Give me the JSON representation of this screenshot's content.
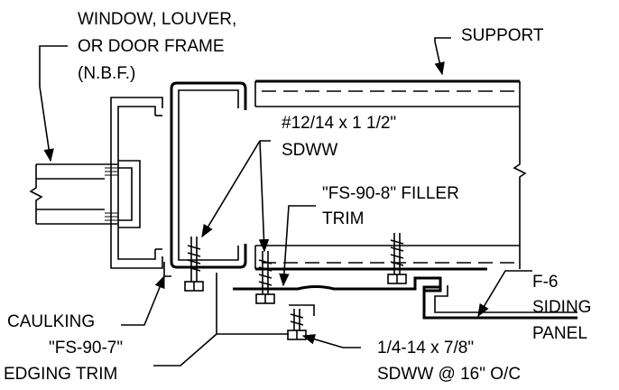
{
  "labels": {
    "frame_line1": "WINDOW, LOUVER,",
    "frame_line2": "OR DOOR FRAME",
    "frame_line3": "(N.B.F.)",
    "support": "SUPPORT",
    "screw1_line1": "#12/14 x 1 1/2\"",
    "screw1_line2": "SDWW",
    "filler_line1": "\"FS-90-8\" FILLER",
    "filler_line2": "TRIM",
    "panel_line1": "F-6",
    "panel_line2": "SIDING",
    "panel_line3": "PANEL",
    "caulking": "CAULKING",
    "edging_line1": "\"FS-90-7\"",
    "edging_line2": "EDGING TRIM",
    "screw2_line1": "1/4-14 x 7/8\"",
    "screw2_line2": "SDWW @ 16\" O/C"
  }
}
